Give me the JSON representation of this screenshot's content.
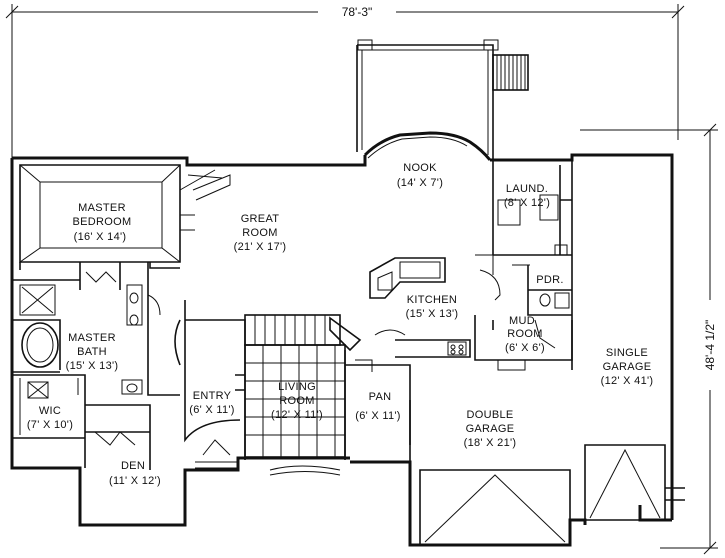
{
  "dimensions": {
    "overall_width": "78'-3\"",
    "overall_depth": "48'-4 1/2\""
  },
  "rooms": {
    "master_bedroom": {
      "name": [
        "MASTER",
        "BEDROOM"
      ],
      "size": "(16' X 14')"
    },
    "great_room": {
      "name": [
        "GREAT",
        "ROOM"
      ],
      "size": "(21' X 17')"
    },
    "nook": {
      "name": [
        "NOOK"
      ],
      "size": "(14' X 7')"
    },
    "laundry": {
      "name": [
        "LAUND."
      ],
      "size": "(8' X 12')"
    },
    "powder": {
      "name": [
        "PDR."
      ],
      "size": ""
    },
    "kitchen": {
      "name": [
        "KITCHEN"
      ],
      "size": "(15' X 13')"
    },
    "mud_room": {
      "name": [
        "MUD",
        "ROOM"
      ],
      "size": "(6' X 6')"
    },
    "master_bath": {
      "name": [
        "MASTER",
        "BATH"
      ],
      "size": "(15' X 13')"
    },
    "wic": {
      "name": [
        "WIC"
      ],
      "size": "(7' X 10')"
    },
    "entry": {
      "name": [
        "ENTRY"
      ],
      "size": "(6' X 11')"
    },
    "living_room": {
      "name": [
        "LIVING",
        "ROOM"
      ],
      "size": "(12' X 11')"
    },
    "pantry": {
      "name": [
        "PAN"
      ],
      "size": "(6' X 11')"
    },
    "double_garage": {
      "name": [
        "DOUBLE",
        "GARAGE"
      ],
      "size": "(18' X 21')"
    },
    "single_garage": {
      "name": [
        "SINGLE",
        "GARAGE"
      ],
      "size": "(12' X 41')"
    },
    "den": {
      "name": [
        "DEN"
      ],
      "size": "(11' X 12')"
    }
  }
}
